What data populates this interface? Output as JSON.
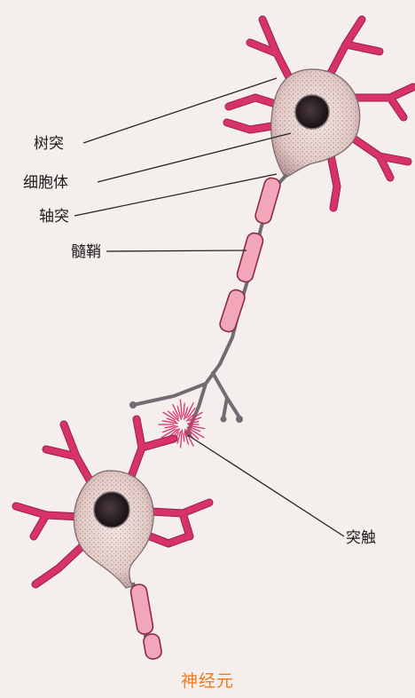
{
  "labels": {
    "dendrite": "树突",
    "cell_body": "细胞体",
    "axon": "轴突",
    "myelin_sheath": "髓鞘",
    "synapse": "突触"
  },
  "caption": "神经元",
  "colors": {
    "background": "#f4efec",
    "dendrite": "#d8326a",
    "dendrite_edge": "#9a1f4a",
    "myelin": "#f2a7b8",
    "myelin_edge": "#8a2a47",
    "cell_body": "#e9d6d2",
    "nucleus": "#2a1e22",
    "axon": "#6e6e72",
    "caption": "#f07a1e"
  }
}
